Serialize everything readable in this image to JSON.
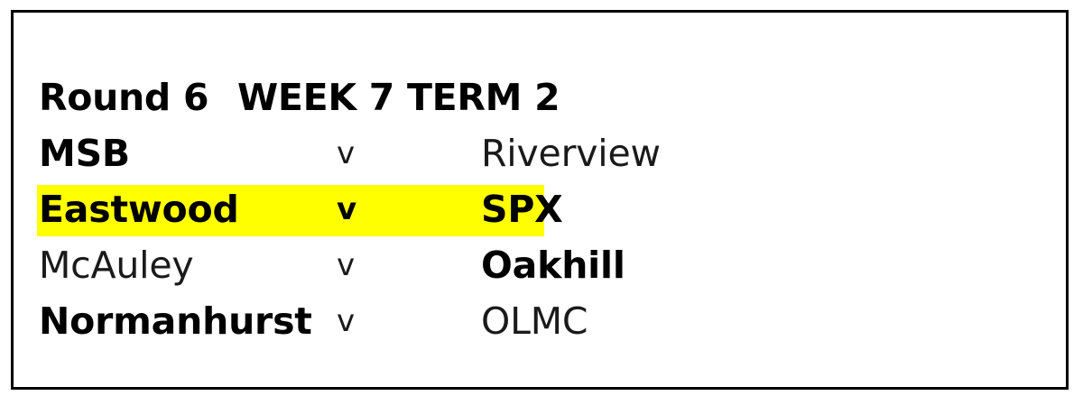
{
  "frame": {
    "border_color": "#000000",
    "background": "#ffffff"
  },
  "highlight": {
    "color": "#FFFF00"
  },
  "header": {
    "round_label": "Round 6",
    "week_label": "WEEK 7 TERM 2"
  },
  "fixtures": [
    {
      "home": "MSB",
      "home_bold": true,
      "vs": "v",
      "away": "Riverview",
      "away_bold": false,
      "highlighted": false
    },
    {
      "home": "Eastwood",
      "home_bold": true,
      "vs": "v",
      "away": "SPX",
      "away_bold": true,
      "highlighted": true
    },
    {
      "home": "McAuley",
      "home_bold": false,
      "vs": "v",
      "away": "Oakhill",
      "away_bold": true,
      "highlighted": false
    },
    {
      "home": "Normanhurst",
      "home_bold": true,
      "vs": "v",
      "away": "OLMC",
      "away_bold": false,
      "highlighted": false
    }
  ]
}
